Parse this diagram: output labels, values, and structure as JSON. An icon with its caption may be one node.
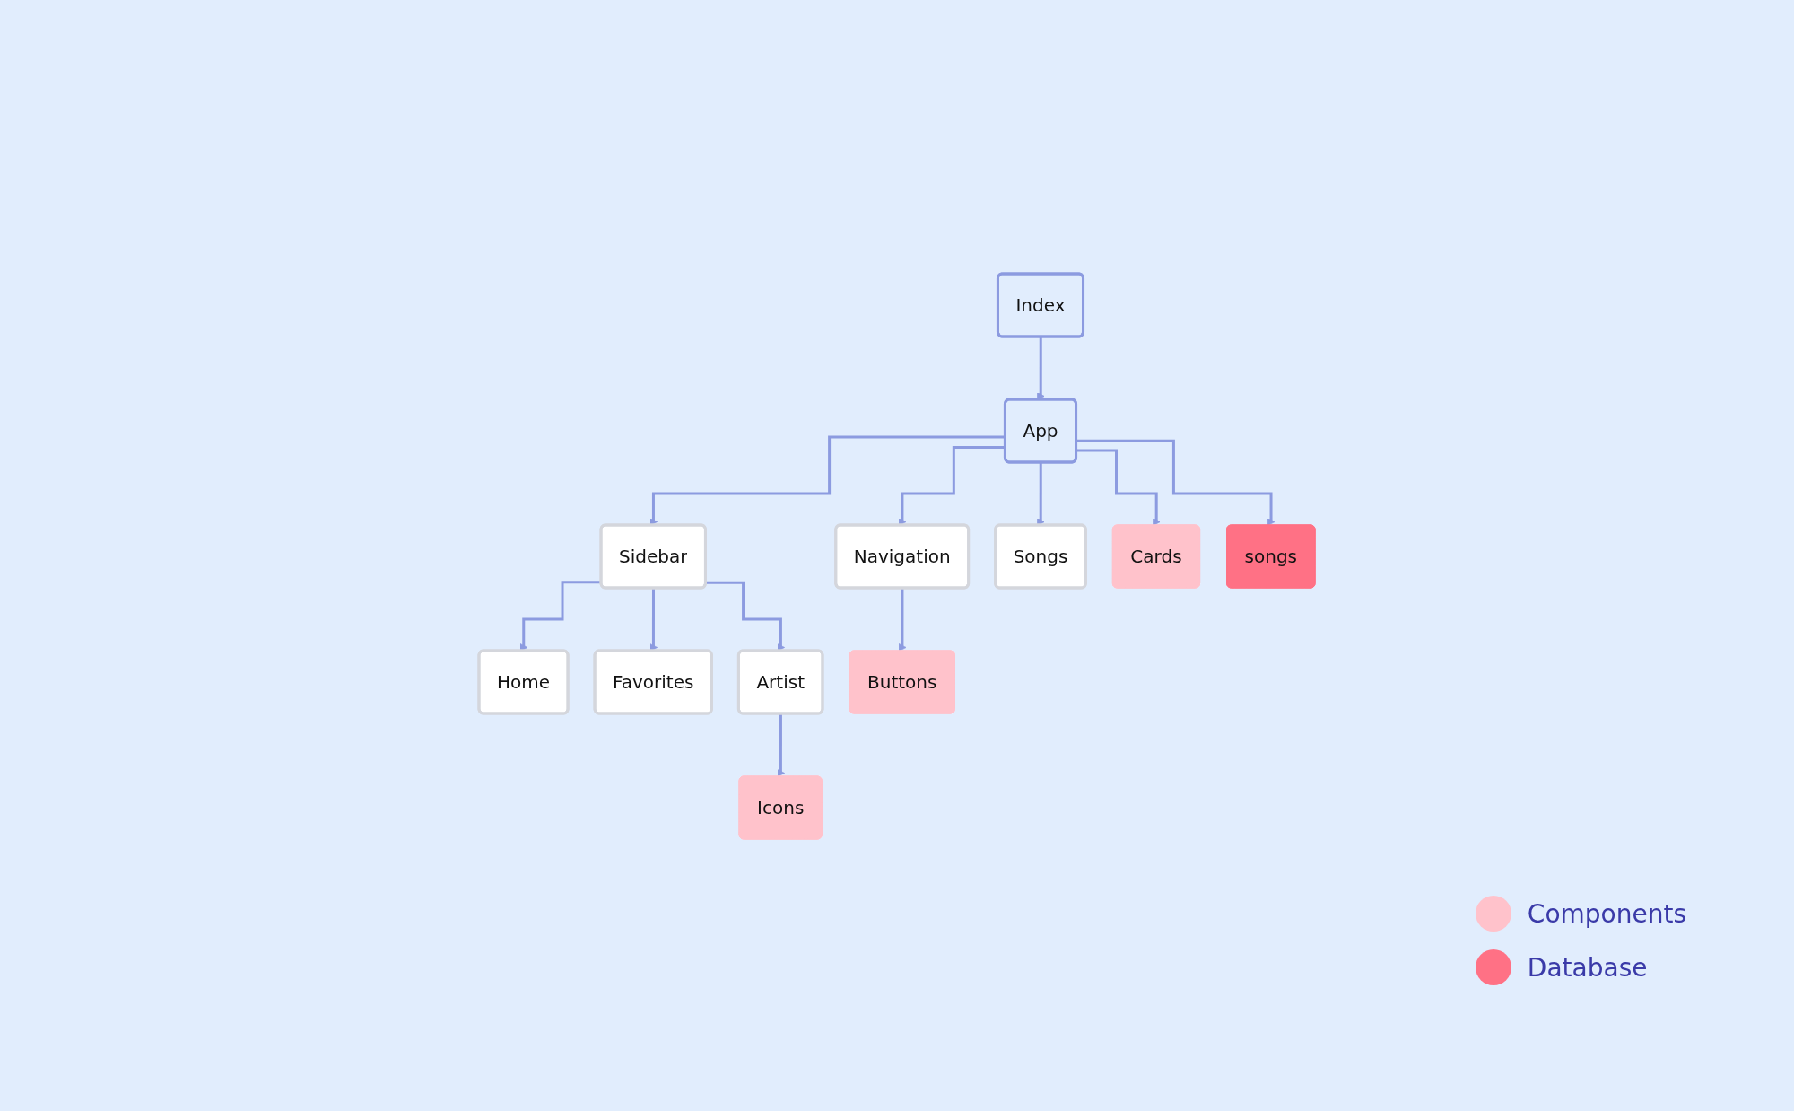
{
  "diagram": {
    "nodes": [
      {
        "text": [
          "Index"
        ]
      },
      {
        "text": [
          "App"
        ]
      },
      {
        "text": [
          "Sidebar"
        ]
      },
      {
        "text": [
          "Navigation"
        ]
      },
      {
        "text": [
          "Songs"
        ]
      },
      {
        "text": [
          "Cards"
        ]
      },
      {
        "text": [
          "songs"
        ]
      },
      {
        "text": [
          "Home"
        ]
      },
      {
        "text": [
          "Favorites"
        ]
      },
      {
        "text": [
          "Artist"
        ]
      },
      {
        "text": [
          "Buttons"
        ]
      },
      {
        "text": [
          "Icons"
        ]
      }
    ],
    "edges": [
      {
        "from": 0,
        "to": 1,
        "arrow": "to"
      },
      {
        "from": 1,
        "to": 2,
        "arrow": "to"
      },
      {
        "from": 1,
        "to": 3,
        "arrow": "to"
      },
      {
        "from": 1,
        "to": 4,
        "arrow": "to"
      },
      {
        "from": 1,
        "to": 5,
        "arrow": "to"
      },
      {
        "from": 1,
        "to": 6,
        "arrow": "to"
      },
      {
        "from": 2,
        "to": 7,
        "arrow": "to"
      },
      {
        "from": 2,
        "to": 8,
        "arrow": "to"
      },
      {
        "from": 2,
        "to": 9,
        "arrow": "to"
      },
      {
        "from": 3,
        "to": 10,
        "arrow": "to"
      },
      {
        "from": 9,
        "to": 11,
        "arrow": "to"
      }
    ],
    "legend": [
      {
        "text": "Components",
        "color": "#ffc2cb"
      },
      {
        "text": "Database",
        "color": "#ff7185"
      }
    ]
  }
}
